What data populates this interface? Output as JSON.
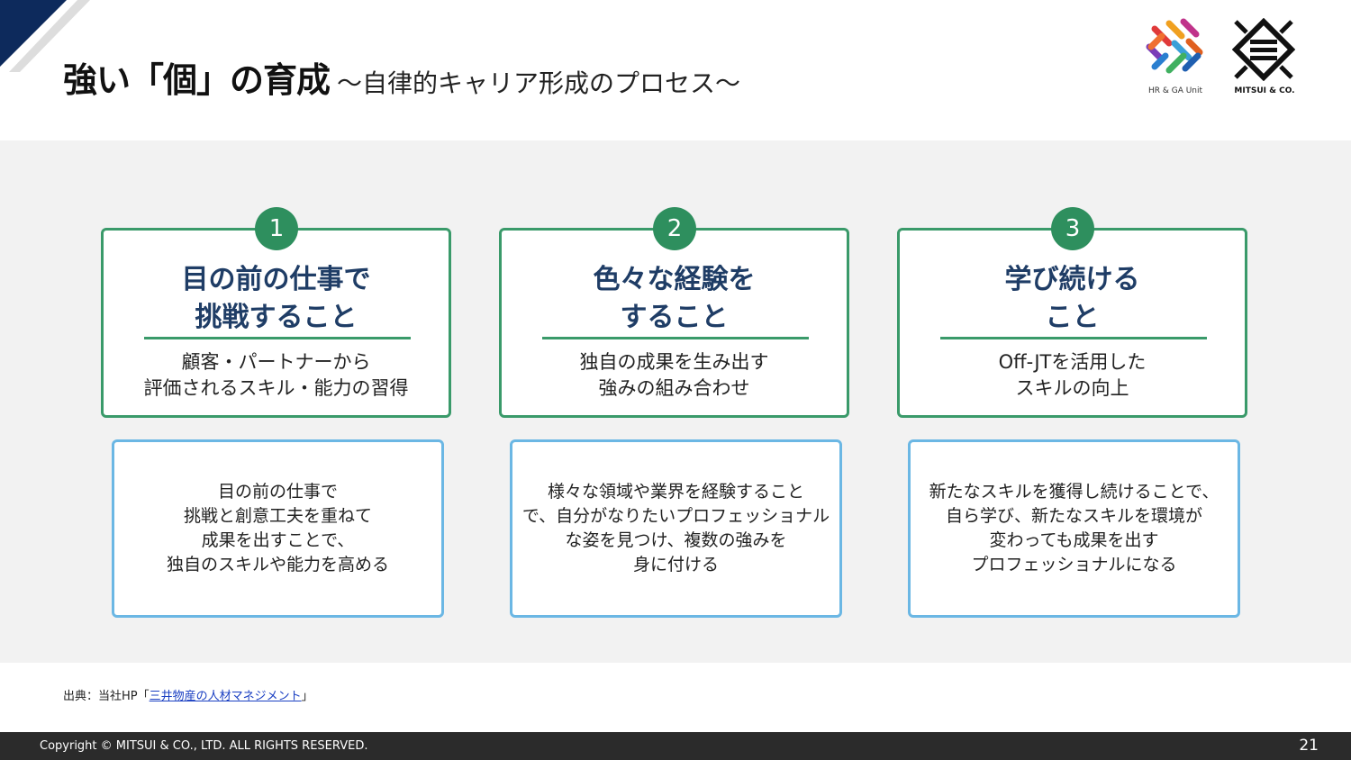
{
  "header": {
    "title": "強い「個」の育成",
    "subtitle": "～自律的キャリア形成のプロセス～",
    "logo_left_caption": "HR & GA Unit",
    "logo_right_caption": "MITSUI & CO."
  },
  "steps": [
    {
      "number": "1",
      "heading": "目の前の仕事で\n挑戦すること",
      "summary": "顧客・パートナーから\n評価されるスキル・能力の習得",
      "detail": "目の前の仕事で\n挑戦と創意工夫を重ねて\n成果を出すことで、\n独自のスキルや能力を高める"
    },
    {
      "number": "2",
      "heading": "色々な経験を\nすること",
      "summary": "独自の成果を生み出す\n強みの組み合わせ",
      "detail": "様々な領域や業界を経験すること\nで、自分がなりたいプロフェッショナル\nな姿を見つけ、複数の強みを\n身に付ける"
    },
    {
      "number": "3",
      "heading": "学び続ける\nこと",
      "summary": "Off-JTを活用した\nスキルの向上",
      "detail": "新たなスキルを獲得し続けることで、\n自ら学び、新たなスキルを環境が\n変わっても成果を出す\nプロフェッショナルになる"
    }
  ],
  "source": {
    "prefix": "出典：当社HP「",
    "link_text": "三井物産の人材マネジメント",
    "suffix": "」"
  },
  "footer": {
    "copyright": "Copyright © MITSUI & CO., LTD. ALL RIGHTS RESERVED.",
    "page_number": "21"
  },
  "colors": {
    "green": "#3a9a6a",
    "blue_border": "#6bb7e4",
    "heading_navy": "#1f3d66",
    "band": "#f2f2f2",
    "footer": "#2b2b2b"
  }
}
